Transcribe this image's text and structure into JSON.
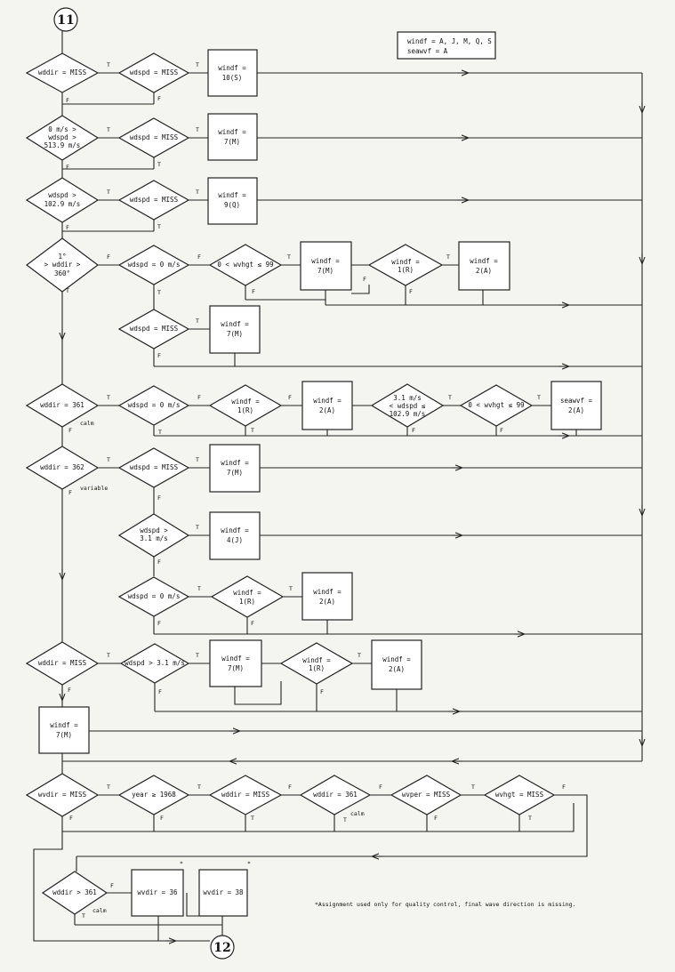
{
  "connectors": {
    "start": "11",
    "end": "12"
  },
  "legend": {
    "line1": "windf  = A, J, M, Q, S",
    "line2": "seawvf = A"
  },
  "note": "*Assignment used only for quality control, final wave direction is missing.",
  "labels": {
    "t": "T",
    "f": "F",
    "star": "*",
    "calm": "calm",
    "variable": "variable"
  },
  "nodes": {
    "d1": [
      "wddir = MISS"
    ],
    "d2": [
      "wdspd = MISS"
    ],
    "b1": [
      "windf =",
      "10(S)"
    ],
    "d3": [
      "0 m/s >",
      "wdspd >",
      "513.9 m/s"
    ],
    "d4": [
      "wdspd = MISS"
    ],
    "b2": [
      "windf =",
      "7(M)"
    ],
    "d5": [
      "wdspd >",
      "102.9 m/s"
    ],
    "d6": [
      "wdspd = MISS"
    ],
    "b3": [
      "windf =",
      "9(Q)"
    ],
    "d7": [
      "1°",
      "> wddir >",
      "360°"
    ],
    "d8": [
      "wdspd = 0 m/s"
    ],
    "d9": [
      "0 < wvhgt ≤ 99"
    ],
    "b4": [
      "windf =",
      "7(M)"
    ],
    "d10": [
      "windf =",
      "1(R)"
    ],
    "b5": [
      "windf =",
      "2(A)"
    ],
    "d11": [
      "wdspd = MISS"
    ],
    "b6": [
      "windf =",
      "7(M)"
    ],
    "d12": [
      "wddir = 361"
    ],
    "d13": [
      "wdspd = 0 m/s"
    ],
    "d14": [
      "windf =",
      "1(R)"
    ],
    "b7": [
      "windf =",
      "2(A)"
    ],
    "d15": [
      "3.1 m/s",
      "< wdspd ≤",
      "102.9 m/s"
    ],
    "d16": [
      "0 < wvhgt ≤ 99"
    ],
    "b8": [
      "seawvf =",
      "2(A)"
    ],
    "d17": [
      "wddir = 362"
    ],
    "d18": [
      "wdspd = MISS"
    ],
    "b9": [
      "windf =",
      "7(M)"
    ],
    "d19": [
      "wdspd >",
      "3.1 m/s"
    ],
    "b10": [
      "windf =",
      "4(J)"
    ],
    "d20": [
      "wdspd = 0 m/s"
    ],
    "d21": [
      "windf =",
      "1(R)"
    ],
    "b11": [
      "windf =",
      "2(A)"
    ],
    "d22": [
      "wddir = MISS"
    ],
    "d23": [
      "wdspd > 3.1 m/s"
    ],
    "b12": [
      "windf =",
      "7(M)"
    ],
    "d24": [
      "windf =",
      "1(R)"
    ],
    "b13": [
      "windf =",
      "2(A)"
    ],
    "b14": [
      "windf =",
      "7(M)"
    ],
    "d25": [
      "wvdir = MISS"
    ],
    "d26": [
      "year ≥ 1968"
    ],
    "d27": [
      "wddir = MISS"
    ],
    "d28": [
      "wddir = 361"
    ],
    "d29": [
      "wvper = MISS"
    ],
    "d30": [
      "wvhgt = MISS"
    ],
    "d31": [
      "wddir > 361"
    ],
    "b15": [
      "wvdir = 36"
    ],
    "b16": [
      "wvdir = 38"
    ]
  }
}
